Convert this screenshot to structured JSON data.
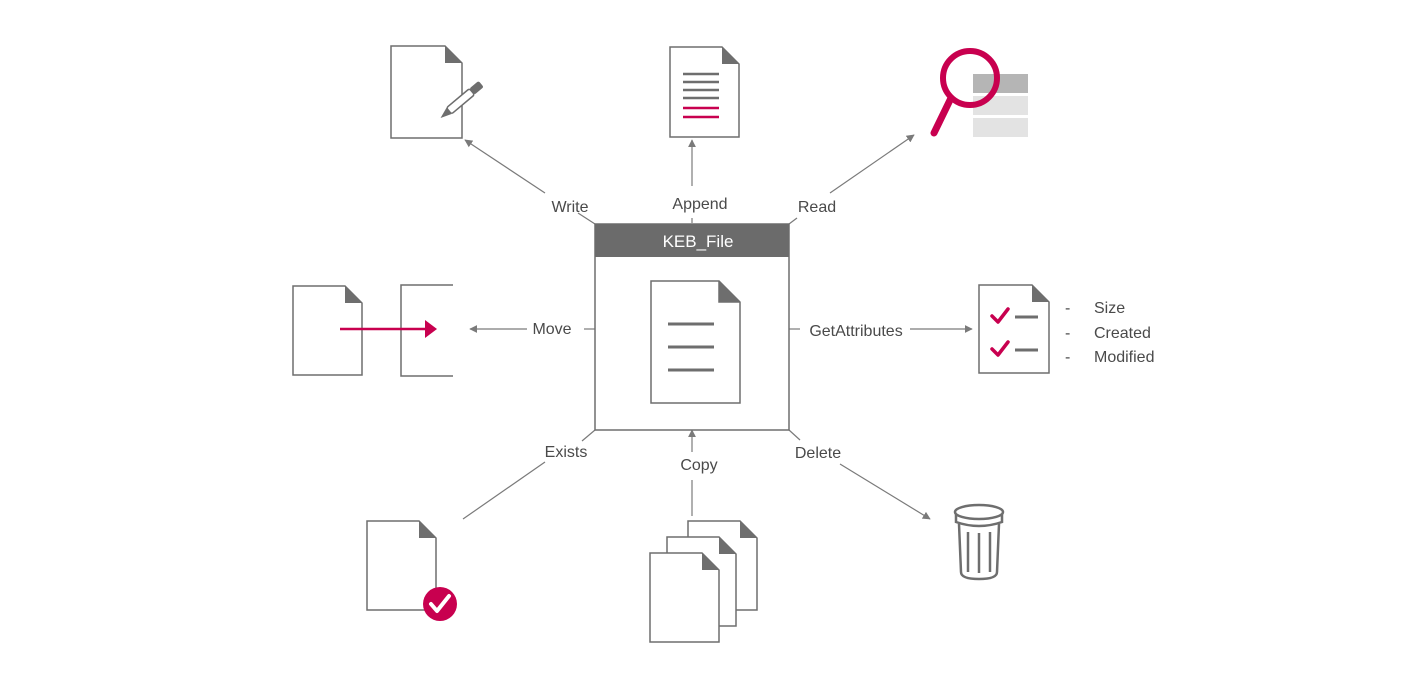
{
  "diagram": {
    "title": "KEB_File",
    "operations": {
      "write": "Write",
      "append": "Append",
      "read": "Read",
      "move": "Move",
      "get_attributes": "GetAttributes",
      "exists": "Exists",
      "copy": "Copy",
      "delete": "Delete"
    },
    "attributes": [
      "Size",
      "Created",
      "Modified"
    ],
    "attribute_bullet": "-"
  },
  "colors": {
    "line": "#7a7a7a",
    "outline": "#6e6e6e",
    "accent": "#c8004f",
    "header_fill": "#6b6b6b",
    "header_text": "#ffffff",
    "label_text": "#4a4a4a",
    "table_dark": "#b5b5b5",
    "table_light": "#e3e3e3"
  },
  "icons": [
    "document-pen-icon",
    "document-append-icon",
    "magnifier-table-icon",
    "document-move-icon",
    "checklist-document-icon",
    "document-check-icon",
    "document-stack-icon",
    "trash-can-icon",
    "document-lines-icon"
  ]
}
